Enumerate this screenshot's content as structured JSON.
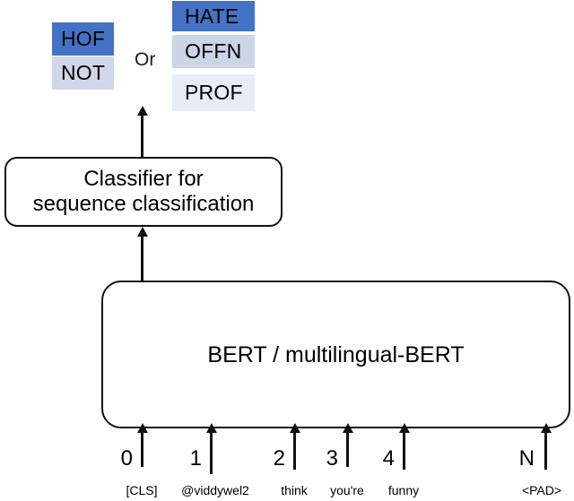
{
  "figure": {
    "title": "BERT sequence classification architecture diagram",
    "background": "#ffffff",
    "stroke_color": "#111111"
  },
  "outputs": {
    "connective_label": "Or",
    "binary_group": {
      "name": "binary-label-stack",
      "labels": [
        {
          "text": "HOF",
          "color": "#4472c4",
          "text_color": "#000000"
        },
        {
          "text": "NOT",
          "color": "#d0d7ea",
          "text_color": "#000000"
        }
      ]
    },
    "multiclass_group": {
      "name": "multiclass-label-stack",
      "labels": [
        {
          "text": "HATE",
          "color": "#4472c4",
          "text_color": "#000000"
        },
        {
          "text": "OFFN",
          "color": "#ccd5e8",
          "text_color": "#000000"
        },
        {
          "text": "PROF",
          "color": "#e7ecf5",
          "text_color": "#000000"
        }
      ]
    }
  },
  "modules": {
    "classifier": {
      "line1": "Classifier for",
      "line2": "sequence classification"
    },
    "encoder": {
      "label": "BERT / multilingual-BERT"
    }
  },
  "tokens": [
    {
      "index": "0",
      "text": "[CLS]"
    },
    {
      "index": "1",
      "text": "@viddywel2"
    },
    {
      "index": "2",
      "text": "think"
    },
    {
      "index": "3",
      "text": "you're"
    },
    {
      "index": "4",
      "text": "funny"
    },
    {
      "index": "N",
      "text": "<PAD>"
    }
  ],
  "arrows": {
    "encoder_to_classifier": "arrow-up",
    "classifier_to_output": "arrow-up",
    "token_to_encoder": "arrow-up"
  }
}
